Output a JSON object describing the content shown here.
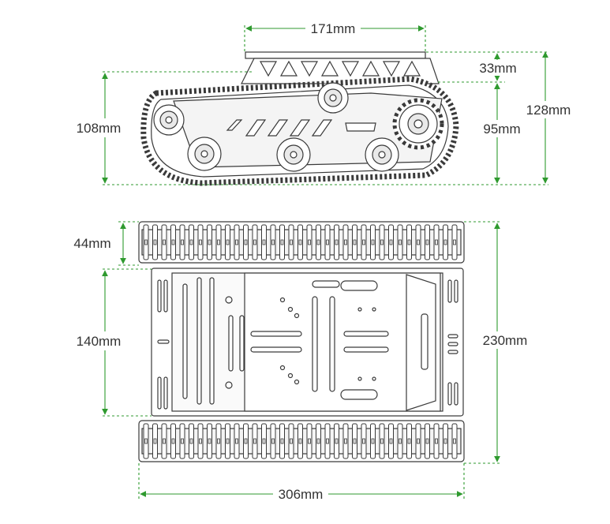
{
  "colors": {
    "dimension": "#2f9a2f",
    "outline": "#3a3a3a",
    "fill": "#ffffff",
    "shade": "#e9e9e9",
    "text": "#333333"
  },
  "dimensions": {
    "top_width": "171mm",
    "top_height": "33mm",
    "total_height": "128mm",
    "track_height": "108mm",
    "body_height": "95mm",
    "track_width": "44mm",
    "chassis_width": "140mm",
    "total_width": "230mm",
    "total_length": "306mm"
  }
}
